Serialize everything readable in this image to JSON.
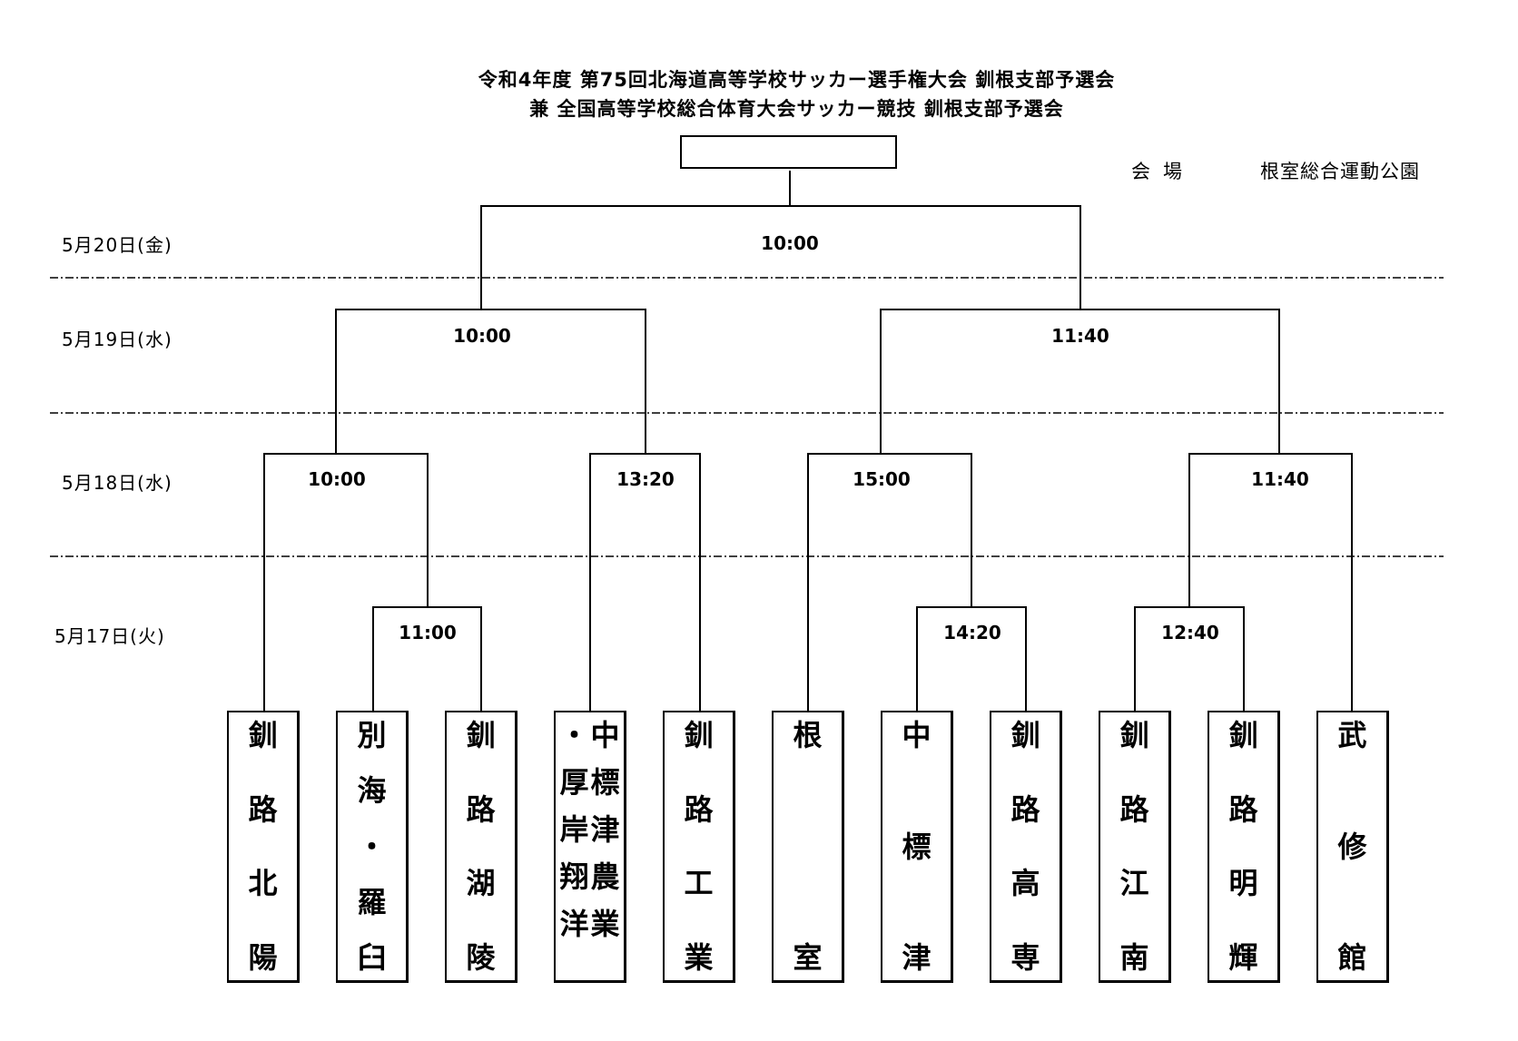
{
  "title": {
    "line1": "令和4年度  第75回北海道高等学校サッカー選手権大会  釧根支部予選会",
    "line2": "兼  全国高等学校総合体育大会サッカー競技  釧根支部予選会"
  },
  "venue": {
    "label": "会場",
    "name": "根室総合運動公園"
  },
  "dates": {
    "final": "5月20日(金)",
    "semi": "5月19日(水)",
    "quarter": "5月18日(水)",
    "first": "5月17日(火)"
  },
  "times": {
    "final": "10:00",
    "sf_left": "10:00",
    "sf_right": "11:40",
    "qf_1": "10:00",
    "qf_2": "13:20",
    "qf_3": "15:00",
    "qf_4": "11:40",
    "r1_1": "11:00",
    "r1_2": "14:20",
    "r1_3": "12:40"
  },
  "teams": [
    {
      "chars": [
        "釧",
        "路",
        "北",
        "陽"
      ]
    },
    {
      "chars": [
        "別",
        "海",
        "・",
        "羅",
        "臼"
      ]
    },
    {
      "chars": [
        "釧",
        "路",
        "湖",
        "陵"
      ]
    },
    {
      "columns": [
        [
          "中",
          "標",
          "津",
          "農",
          "業"
        ],
        [
          "・",
          "厚",
          "岸",
          "翔",
          "洋"
        ]
      ]
    },
    {
      "chars": [
        "釧",
        "路",
        "工",
        "業"
      ]
    },
    {
      "chars": [
        "根",
        "室"
      ]
    },
    {
      "chars": [
        "中",
        "標",
        "津"
      ]
    },
    {
      "chars": [
        "釧",
        "路",
        "高",
        "専"
      ]
    },
    {
      "chars": [
        "釧",
        "路",
        "江",
        "南"
      ]
    },
    {
      "chars": [
        "釧",
        "路",
        "明",
        "輝"
      ]
    },
    {
      "chars": [
        "武",
        "修",
        "館"
      ]
    }
  ]
}
